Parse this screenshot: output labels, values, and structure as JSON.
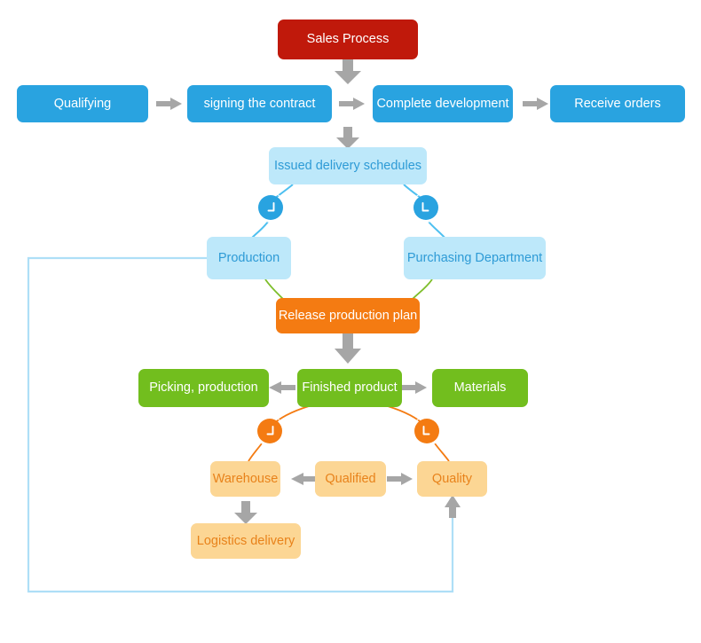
{
  "diagram": {
    "title": "Sales Process",
    "type": "flowchart",
    "palette": {
      "red": "#C0190B",
      "blue": "#29A3E0",
      "light_blue": "#BDE8FA",
      "orange": "#F47B12",
      "green": "#72BE1E",
      "peach": "#FCD694",
      "peach_text": "#E8821A",
      "light_blue_text": "#2E9BD6",
      "arrow_gray": "#A6A6A6",
      "loop_line": "#AEDFF7",
      "green_connector": "#7DBE2A",
      "orange_connector": "#F47B12"
    },
    "nodes": [
      {
        "id": "sales-process",
        "label": "Sales Process",
        "color": "red"
      },
      {
        "id": "qualifying",
        "label": "Qualifying",
        "color": "blue"
      },
      {
        "id": "signing-the-contract",
        "label": "signing the contract",
        "color": "blue"
      },
      {
        "id": "complete-development",
        "label": "Complete development",
        "color": "blue"
      },
      {
        "id": "receive-orders",
        "label": "Receive orders",
        "color": "blue"
      },
      {
        "id": "issued-delivery-schedules",
        "label": "Issued delivery schedules",
        "color": "light_blue"
      },
      {
        "id": "production",
        "label": "Production",
        "color": "light_blue"
      },
      {
        "id": "purchasing-department",
        "label": "Purchasing Department",
        "color": "light_blue"
      },
      {
        "id": "release-production-plan",
        "label": "Release production plan",
        "color": "orange"
      },
      {
        "id": "picking-production",
        "label": "Picking, production",
        "color": "green"
      },
      {
        "id": "finished-product",
        "label": "Finished product",
        "color": "green"
      },
      {
        "id": "materials",
        "label": "Materials",
        "color": "green"
      },
      {
        "id": "warehouse",
        "label": "Warehouse",
        "color": "peach"
      },
      {
        "id": "qualified",
        "label": "Qualified",
        "color": "peach"
      },
      {
        "id": "quality",
        "label": "Quality",
        "color": "peach"
      },
      {
        "id": "logistics-delivery",
        "label": "Logistics delivery",
        "color": "peach"
      }
    ],
    "badges": [
      {
        "id": "badge-production",
        "glyph": "arrow-down-left",
        "color": "blue"
      },
      {
        "id": "badge-purchasing",
        "glyph": "arrow-down-right",
        "color": "blue"
      },
      {
        "id": "badge-warehouse",
        "glyph": "arrow-down-left",
        "color": "orange"
      },
      {
        "id": "badge-quality",
        "glyph": "arrow-down-right",
        "color": "orange"
      }
    ],
    "edges": [
      {
        "from": "sales-process",
        "to": "complete-development",
        "style": "gray-arrow-down"
      },
      {
        "from": "qualifying",
        "to": "signing-the-contract",
        "style": "gray-arrow-right"
      },
      {
        "from": "signing-the-contract",
        "to": "complete-development",
        "style": "gray-arrow-right"
      },
      {
        "from": "complete-development",
        "to": "receive-orders",
        "style": "gray-arrow-right"
      },
      {
        "from": "complete-development",
        "to": "issued-delivery-schedules",
        "style": "gray-arrow-down"
      },
      {
        "from": "issued-delivery-schedules",
        "to": "production",
        "style": "blue-curve"
      },
      {
        "from": "issued-delivery-schedules",
        "to": "purchasing-department",
        "style": "blue-curve"
      },
      {
        "from": "production",
        "to": "release-production-plan",
        "style": "green-line"
      },
      {
        "from": "purchasing-department",
        "to": "release-production-plan",
        "style": "green-line"
      },
      {
        "from": "release-production-plan",
        "to": "finished-product",
        "style": "gray-arrow-down"
      },
      {
        "from": "finished-product",
        "to": "picking-production",
        "style": "gray-arrow-left"
      },
      {
        "from": "finished-product",
        "to": "materials",
        "style": "gray-arrow-right"
      },
      {
        "from": "finished-product",
        "to": "warehouse",
        "style": "orange-curve"
      },
      {
        "from": "finished-product",
        "to": "quality",
        "style": "orange-curve"
      },
      {
        "from": "qualified",
        "to": "warehouse",
        "style": "gray-arrow-left"
      },
      {
        "from": "qualified",
        "to": "quality",
        "style": "gray-arrow-right"
      },
      {
        "from": "warehouse",
        "to": "logistics-delivery",
        "style": "gray-arrow-down"
      },
      {
        "from": "production",
        "to": "quality",
        "style": "loop-back"
      }
    ]
  }
}
